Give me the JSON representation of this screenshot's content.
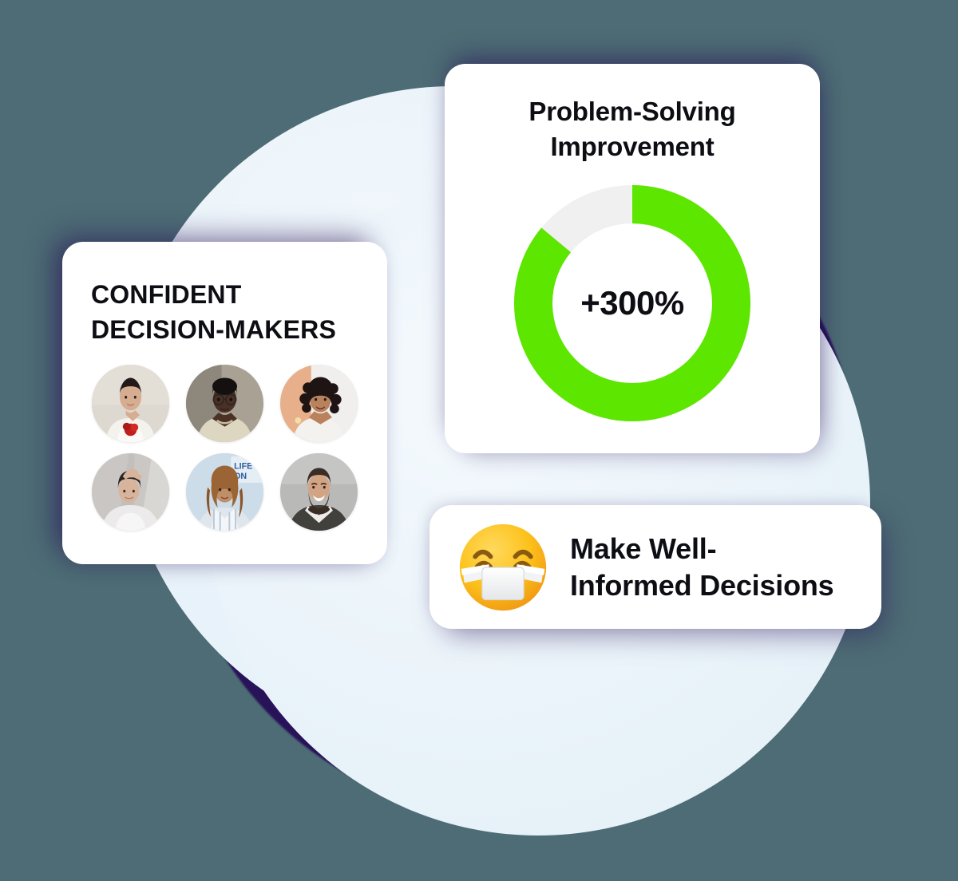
{
  "background": {
    "page_color": "#4d6c75",
    "navy_blob_color": "#281258",
    "light_blob_color": "#eaf3fa"
  },
  "people_card": {
    "title_line1": "CONFIDENT",
    "title_line2": "DECISION-MAKERS",
    "avatars": [
      {
        "alt": "woman-with-dark-hair-white-blazer-red-flower",
        "skin": "#d7ad92",
        "hair": "#24191a",
        "bg": "#ddd8d0",
        "clothes": "#f2efe9"
      },
      {
        "alt": "man-with-glasses-cream-sweater",
        "skin": "#4b3026",
        "hair": "#14100f",
        "bg": "#a8a194",
        "clothes": "#ddd6c0"
      },
      {
        "alt": "woman-with-curly-hair-white-top",
        "skin": "#b9825c",
        "hair": "#1d1413",
        "bg": "#e7b08a",
        "clothes": "#f4f2ee"
      },
      {
        "alt": "woman-with-hand-raised-white-shirt",
        "skin": "#d8b49c",
        "hair": "#2a2422",
        "bg": "#c9c6c3",
        "clothes": "#eceaea"
      },
      {
        "alt": "woman-with-wavy-blonde-hair-striped-shirt",
        "skin": "#c08f68",
        "hair": "#9a6434",
        "bg": "#ccdce8",
        "clothes": "#dfe6ec"
      },
      {
        "alt": "man-with-beard-smiling-dark-shirt",
        "skin": "#d3a484",
        "hair": "#3a2d26",
        "bg": "#b9b9b8",
        "clothes": "#41403d"
      }
    ]
  },
  "chart_card": {
    "title_line1": "Problem-Solving",
    "title_line2": "Improvement",
    "center_value": "+300%"
  },
  "banner_card": {
    "emoji_name": "face-with-medical-mask-emoji",
    "text_line1": "Make Well-",
    "text_line2": "Informed Decisions"
  },
  "chart_data": {
    "type": "pie",
    "title": "Problem-Solving Improvement",
    "subtitle": "",
    "variant": "donut-gauge",
    "categories": [
      "Improvement",
      "Remaining"
    ],
    "values": [
      86,
      14
    ],
    "unit": "%",
    "center_label": "+300%",
    "colors": [
      "#5ce600",
      "#f0f0f0"
    ],
    "start_angle_deg": 0,
    "direction": "clockwise",
    "inner_radius_ratio": 0.675,
    "outer_radius_px": 148,
    "ring_thickness_px": 48,
    "legend": "none",
    "grid": false,
    "xlabel": "",
    "ylabel": "",
    "annotations": [
      "+300%"
    ]
  }
}
